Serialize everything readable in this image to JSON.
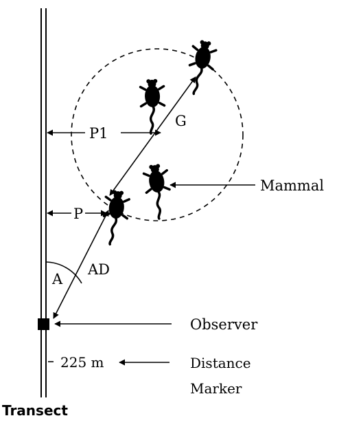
{
  "labels": {
    "p1": "P1",
    "g": "G",
    "mammal": "Mammal",
    "p": "P",
    "a": "A",
    "ad": "AD",
    "observer": "Observer",
    "distance_value": "225 m",
    "distance_marker_line1": "Distance",
    "distance_marker_line2": "Marker",
    "transect": "Transect"
  },
  "icons": {
    "mammal": "rodent-silhouette-icon",
    "observer": "square-marker-icon"
  },
  "colors": {
    "ink": "#000000",
    "background": "#ffffff"
  }
}
